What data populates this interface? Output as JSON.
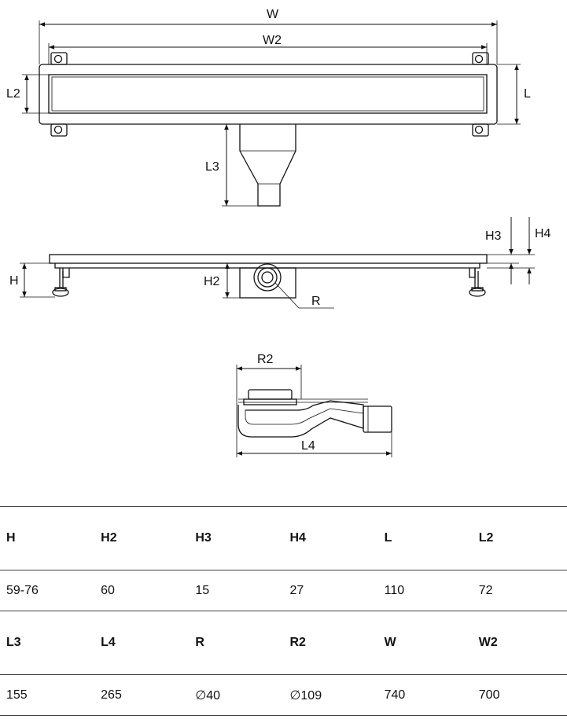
{
  "labels": {
    "W": "W",
    "W2": "W2",
    "L": "L",
    "L2": "L2",
    "L3": "L3",
    "H": "H",
    "H2": "H2",
    "H3": "H3",
    "H4": "H4",
    "R": "R",
    "R2": "R2",
    "L4": "L4"
  },
  "table": {
    "row1_headers": [
      "H",
      "H2",
      "H3",
      "H4",
      "L",
      "L2"
    ],
    "row1_values": [
      "59-76",
      "60",
      "15",
      "27",
      "110",
      "72"
    ],
    "row2_headers": [
      "L3",
      "L4",
      "R",
      "R2",
      "W",
      "W2"
    ],
    "row2_values": [
      "155",
      "265",
      "∅40",
      "∅109",
      "740",
      "700"
    ]
  }
}
